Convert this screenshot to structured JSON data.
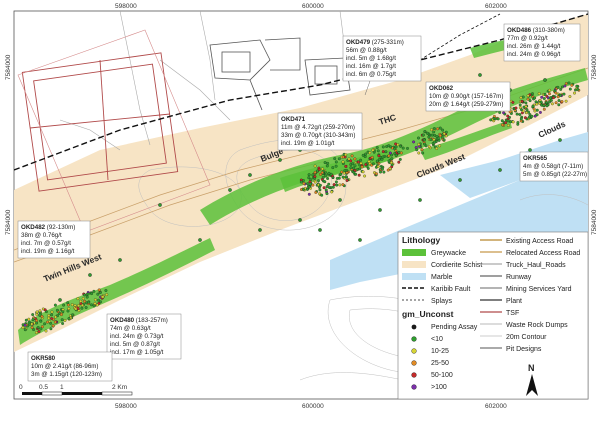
{
  "coords": {
    "top": [
      "598000",
      "600000",
      "602000"
    ],
    "bottom": [
      "598000",
      "600000",
      "602000"
    ],
    "left": [
      "7584000",
      "7584000"
    ],
    "right": [
      "7584000",
      "7584000"
    ]
  },
  "places": {
    "bulge": "Bulge",
    "thc": "THC",
    "clouds": "Clouds",
    "clouds_west": "Clouds West",
    "twin_hills_west": "Twin Hills West"
  },
  "callouts": [
    {
      "id": "okd479",
      "lines": [
        [
          "OKD479",
          " (275-331m)"
        ],
        [
          "56m @ 0.88g/t",
          ""
        ],
        [
          "incl. 5m @ 1.68g/t",
          ""
        ],
        [
          "incl. 16m @ 1.7g/t",
          ""
        ],
        [
          "incl. 6m @ 0.75g/t",
          ""
        ]
      ]
    },
    {
      "id": "okd486",
      "lines": [
        [
          "OKD486",
          " (310-380m)"
        ],
        [
          "77m @ 0.92g/t",
          ""
        ],
        [
          "incl. 26m @ 1.44g/t",
          ""
        ],
        [
          "incl. 24m @ 0.96g/t",
          ""
        ]
      ]
    },
    {
      "id": "okd062",
      "lines": [
        [
          "OKD062",
          ""
        ],
        [
          "10m @ 0.90g/t (157-167m)",
          ""
        ],
        [
          "20m @ 1.64g/t (259-279m)",
          ""
        ]
      ]
    },
    {
      "id": "okd471",
      "lines": [
        [
          "OKD471",
          ""
        ],
        [
          "11m @ 4.72g/t (259-270m)",
          ""
        ],
        [
          "33m @ 0.70g/t (310-343m)",
          ""
        ],
        [
          "incl. 19m @ 1.01g/t",
          ""
        ]
      ]
    },
    {
      "id": "okr565",
      "lines": [
        [
          "OKR565",
          ""
        ],
        [
          "4m @ 0.58g/t (7-11m)",
          ""
        ],
        [
          "5m @ 0.85g/t (22-27m)",
          ""
        ]
      ]
    },
    {
      "id": "okd482",
      "lines": [
        [
          "OKD482",
          " (92-130m)"
        ],
        [
          "38m @ 0.76g/t",
          ""
        ],
        [
          "incl. 7m @ 0.57g/t",
          ""
        ],
        [
          "incl. 19m @ 1.16g/t",
          ""
        ]
      ]
    },
    {
      "id": "okd480",
      "lines": [
        [
          "OKD480",
          " (183-257m)"
        ],
        [
          "74m @ 0.63g/t",
          ""
        ],
        [
          "incl. 24m @ 0.73g/t",
          ""
        ],
        [
          "incl. 5m @ 0.87g/t",
          ""
        ],
        [
          "incl. 17m @ 1.05g/t",
          ""
        ]
      ]
    },
    {
      "id": "okr580",
      "lines": [
        [
          "OKR580",
          ""
        ],
        [
          "10m @ 2.41g/t (86-96m)",
          ""
        ],
        [
          "3m @ 1.15g/t (120-123m)",
          ""
        ]
      ]
    }
  ],
  "legend": {
    "lithology_title": "Lithology",
    "lithology": [
      "Greywacke",
      "Cordierite Schist",
      "Marble"
    ],
    "lines_left": [
      "Karibib Fault",
      "Splays"
    ],
    "gm_title": "gm_Unconst",
    "gm_classes": [
      "Pending Assay",
      "<10",
      "10-25",
      "25-50",
      "50-100",
      ">100"
    ],
    "right": [
      "Existing Access Road",
      "Relocated Access Road",
      "Truck_Haul_Roads",
      "Runway",
      "Mining Services Yard",
      "Plant",
      "TSF",
      "Waste Rock Dumps",
      "20m Contour",
      "Pit Designs"
    ]
  },
  "colors": {
    "greywacke": "#5cc13a",
    "schist": "#f7e4c5",
    "marble": "#bfe0f4",
    "fault": "#111111",
    "existing_road": "#b8862e",
    "relocated_road": "#c6994a",
    "haul_road": "#aaaaaa",
    "runway": "#666666",
    "yard": "#888888",
    "plant": "#333333",
    "tsf": "#b14a4a",
    "wrd": "#c8c8c8",
    "contour": "#bbbbbb",
    "pit": "#555555",
    "gm_pending": "#1a1a1a",
    "gm_lt10": "#2e9e2e",
    "gm_10_25": "#d6d435",
    "gm_25_50": "#e08a25",
    "gm_50_100": "#c42a2a",
    "gm_gt100": "#7a2fa8"
  },
  "scale": {
    "ticks": [
      "0",
      "0.5",
      "1",
      "2 Km"
    ]
  },
  "north": "N"
}
